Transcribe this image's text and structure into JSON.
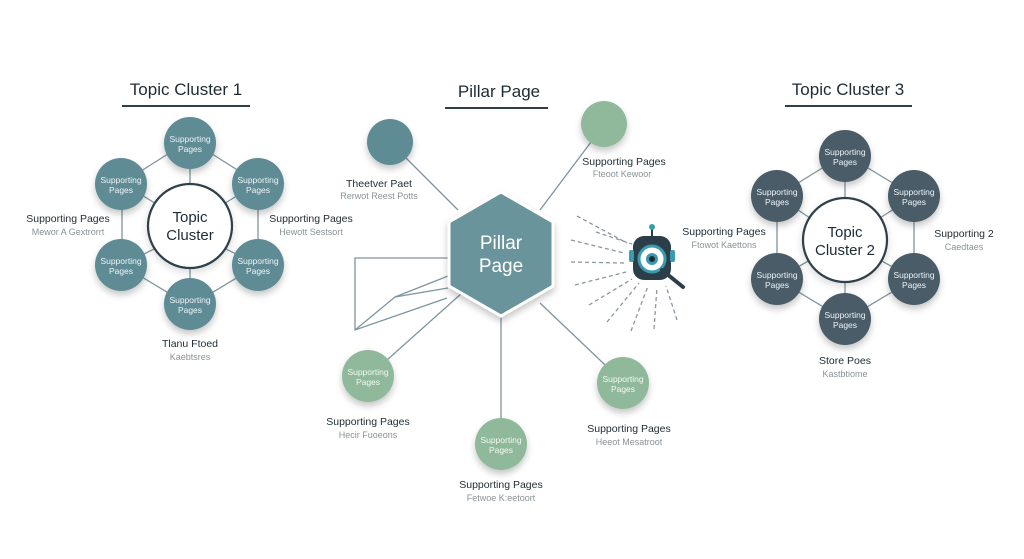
{
  "titles": {
    "cluster1": "Topic Cluster 1",
    "pillar": "Pillar Page",
    "cluster3": "Topic Cluster 3"
  },
  "cluster1": {
    "center": [
      "Topic",
      "Cluster"
    ],
    "satellite_label": [
      "Supporting",
      "Pages"
    ],
    "left_label": "Supporting Pages",
    "left_sub": "Mewor A Gextrorrt",
    "right_label": "Supporting Pages",
    "right_sub": "Hewott Sestsort",
    "bottom_label": "Tlanu Ftoed",
    "bottom_sub": "Kaebtsres"
  },
  "pillar": {
    "label": [
      "Pillar",
      "Page"
    ],
    "topleft_label": "Theetver Paet",
    "topleft_sub": "Rerwot Reest Potts",
    "topright_label": "Supporting Pages",
    "topright_sub": "Fteoot Kewoor",
    "right_label": "Supporting Pages",
    "right_sub": "Ftowot Kaettons",
    "bl_label": "Supporting Pages",
    "bl_sub": "Hecir Fuoeons",
    "bottom_label": "Supporting Pages",
    "bottom_sub": "Fetwoe K:eetoort",
    "br_label": "Supporting Pages",
    "br_sub": "Heeot Mesatroot",
    "satellite_label": [
      "Supporting",
      "Pages"
    ]
  },
  "cluster2": {
    "center": [
      "Topic",
      "Cluster 2"
    ],
    "satellite_label": [
      "Supporting",
      "Pages"
    ],
    "right_label": "Supporting 2",
    "right_sub": "Caedtaes",
    "bottom_label": "Store Poes",
    "bottom_sub": "Kastbtiome"
  },
  "colors": {
    "teal": "#5f8b95",
    "slate": "#4a5b68",
    "sage": "#8fb99a",
    "pillar": "#6a949b"
  },
  "icons": {
    "robot": "robot-magnifier-icon"
  }
}
